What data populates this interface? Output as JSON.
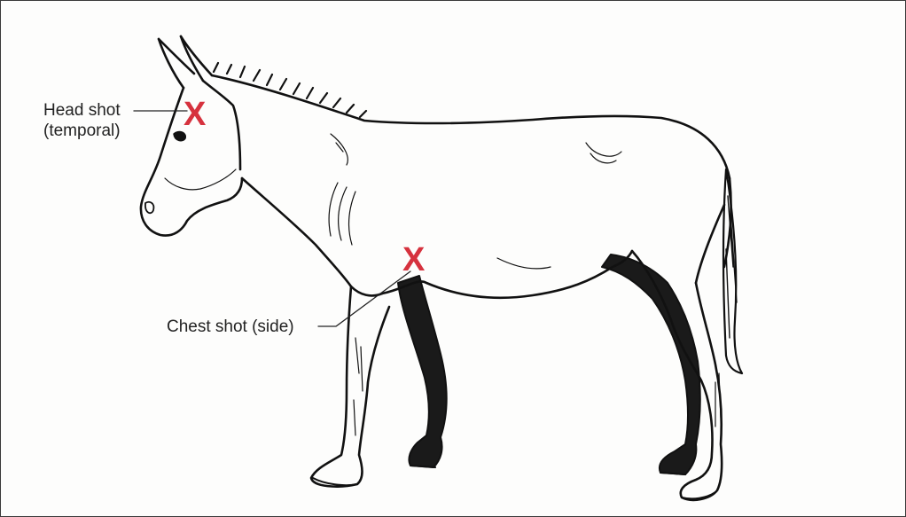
{
  "labels": {
    "head_line1": "Head shot",
    "head_line2": "(temporal)",
    "chest": "Chest shot (side)"
  },
  "marker": {
    "glyph": "X",
    "color": "#d6323e"
  },
  "colors": {
    "ink": "#111111",
    "background": "#fdfdfc"
  },
  "figure": "donkey-line-drawing"
}
